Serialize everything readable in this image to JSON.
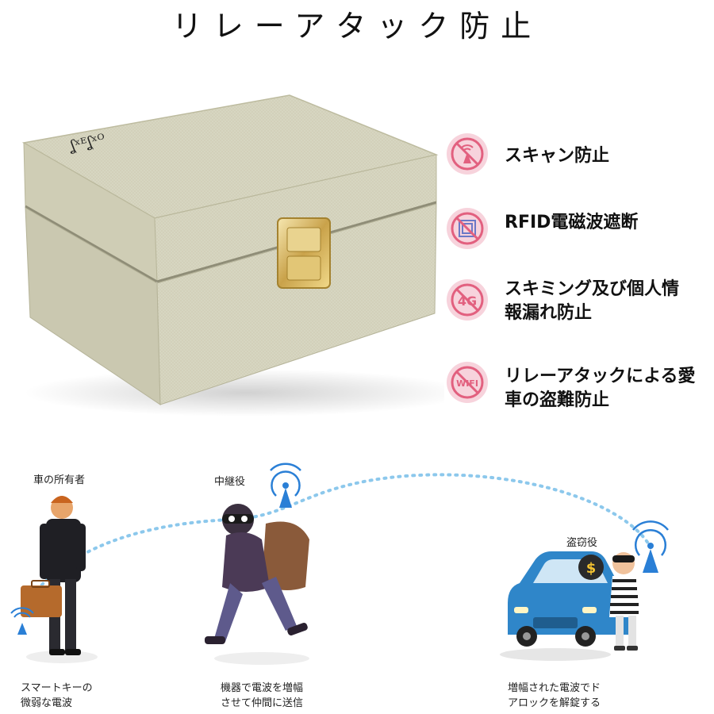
{
  "title": "リレーアタック防止",
  "brand_text": "ʆˣᴱʆˣᴼ",
  "features": [
    {
      "icon": "signal-blocked-icon",
      "badge": "",
      "line1": "スキャン防止",
      "line2": ""
    },
    {
      "icon": "rfid-blocked-icon",
      "badge": "",
      "line1": "RFID電磁波遮断",
      "line2": ""
    },
    {
      "icon": "4g-blocked-icon",
      "badge": "4G",
      "line1": "スキミング及び個人情",
      "line2": "報漏れ防止"
    },
    {
      "icon": "wifi-blocked-icon",
      "badge": "WIFI",
      "line1": "リレーアタックによる愛",
      "line2": "車の盗難防止"
    }
  ],
  "scene": {
    "owner_label": "車の所有者",
    "owner_caption_1": "スマートキーの",
    "owner_caption_2": "微弱な電波",
    "relay_label": "中継役",
    "relay_caption_1": "機器で電波を増幅",
    "relay_caption_2": "させて仲間に送信",
    "thief_label": "盗窃役",
    "thief_caption_1": "増幅された電波でド",
    "thief_caption_2": "アロックを解錠する",
    "dollar_sign": "$"
  },
  "colors": {
    "box": "#d9d8c3",
    "icon_bg": "#f7d3dc",
    "icon_stroke": "#e2607f",
    "signal_blue": "#2a7fd6",
    "car_blue": "#2f86c9"
  }
}
